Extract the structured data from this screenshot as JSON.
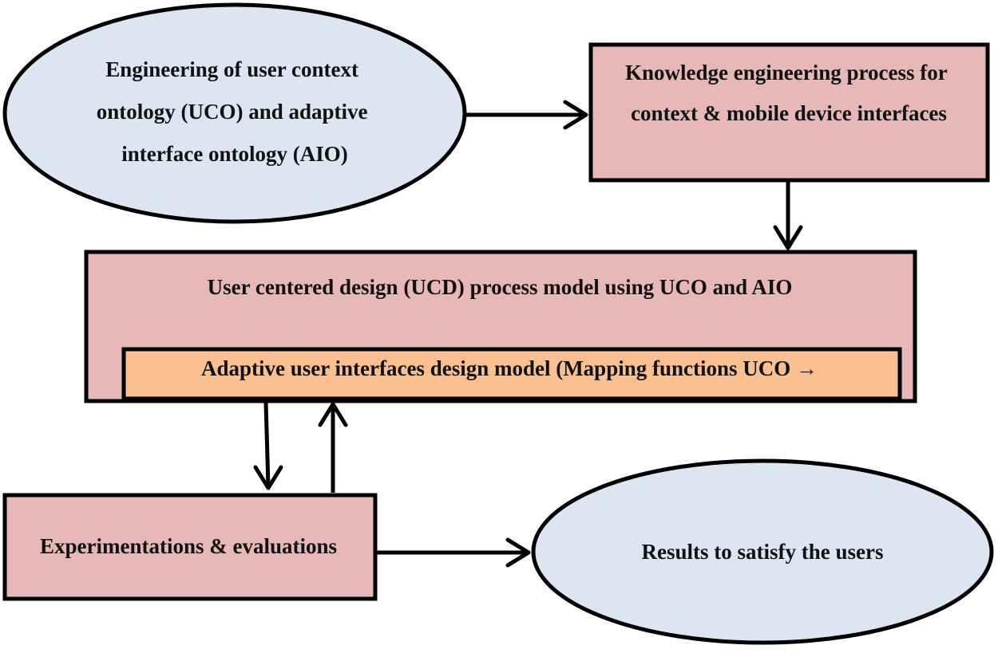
{
  "colors": {
    "ellipse_fill": "#dce6f2",
    "box_fill": "#e6b9b8",
    "inner_box_fill": "#fac090",
    "stroke": "#000000"
  },
  "nodes": {
    "uco_aio_engineering": {
      "shape": "ellipse",
      "lines": [
        "Engineering of user context",
        "ontology (UCO) and adaptive",
        "interface ontology (AIO)"
      ]
    },
    "knowledge_engineering": {
      "shape": "rectangle",
      "lines": [
        "Knowledge engineering process for",
        "context & mobile device interfaces"
      ]
    },
    "ucd_process_model": {
      "shape": "rectangle",
      "lines": [
        "User centered design (UCD) process model using UCO and AIO"
      ]
    },
    "adaptive_ui_model": {
      "shape": "rectangle",
      "lines": [
        "Adaptive user interfaces design model (Mapping functions UCO →"
      ]
    },
    "experimentations": {
      "shape": "rectangle",
      "lines": [
        "Experimentations & evaluations"
      ]
    },
    "results": {
      "shape": "ellipse",
      "lines": [
        "Results to satisfy the users"
      ]
    }
  },
  "edges": [
    {
      "from": "uco_aio_engineering",
      "to": "knowledge_engineering"
    },
    {
      "from": "knowledge_engineering",
      "to": "ucd_process_model"
    },
    {
      "from": "ucd_process_model",
      "to": "experimentations"
    },
    {
      "from": "experimentations",
      "to": "adaptive_ui_model"
    },
    {
      "from": "experimentations",
      "to": "results"
    }
  ]
}
